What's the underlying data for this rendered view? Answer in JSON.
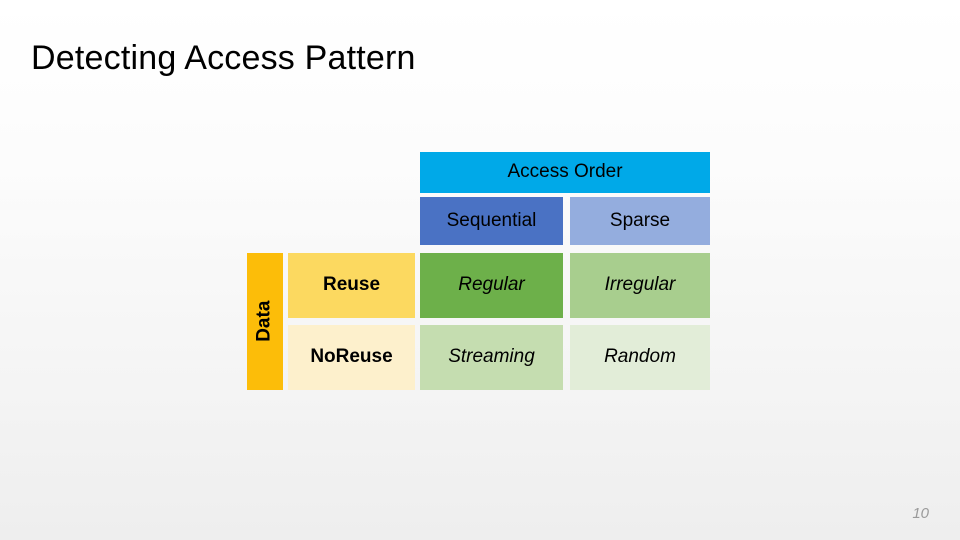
{
  "slide": {
    "title": "Detecting Access Pattern",
    "page_number": "10",
    "background_color": "#f7f7f7"
  },
  "matrix": {
    "column_axis_label": "Access Order",
    "row_axis_label": "Data",
    "column_headers": [
      {
        "label": "Sequential",
        "color": "#4A72C4"
      },
      {
        "label": "Sparse",
        "color": "#94ADDE"
      }
    ],
    "row_headers": [
      {
        "label": "Reuse",
        "color": "#FCD960"
      },
      {
        "label": "No\nReuse",
        "line1": "No",
        "line2": "Reuse",
        "color": "#FDF0CC"
      }
    ],
    "cells": [
      {
        "label": "Regular",
        "row": "Reuse",
        "column": "Sequential",
        "color": "#6DB04A"
      },
      {
        "label": "Irregular",
        "row": "Reuse",
        "column": "Sparse",
        "color": "#A8CE8E"
      },
      {
        "label": "Streaming",
        "row": "No Reuse",
        "column": "Sequential",
        "color": "#C5DDB0"
      },
      {
        "label": "Random",
        "row": "No Reuse",
        "column": "Sparse",
        "color": "#E2EDD8"
      }
    ],
    "colors": {
      "column_axis": "#00A9E8",
      "row_axis": "#FCBD09"
    }
  }
}
